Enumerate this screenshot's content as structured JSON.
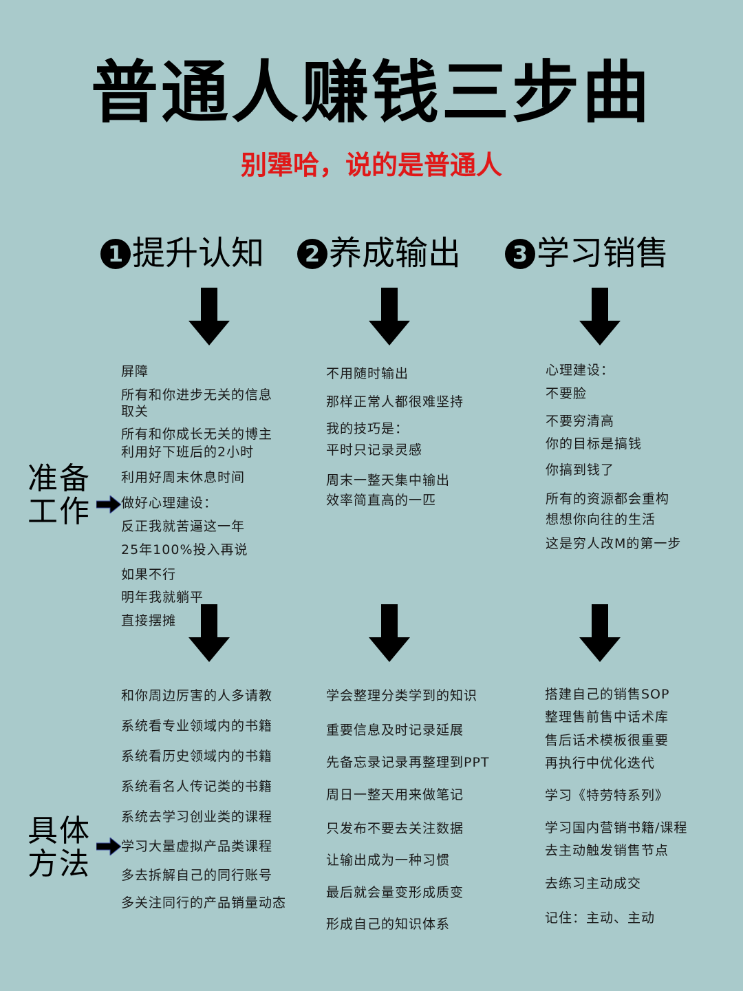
{
  "title": "普通人赚钱三步曲",
  "subtitle": "别犟哈，说的是普通人",
  "steps": [
    {
      "num": "1",
      "label": "提升认知"
    },
    {
      "num": "2",
      "label": "养成输出"
    },
    {
      "num": "3",
      "label": "学习销售"
    }
  ],
  "side_labels": {
    "prep": [
      "准备",
      "工作"
    ],
    "method": [
      "具体",
      "方法"
    ]
  },
  "prep": {
    "col1": [
      "屏障",
      "所有和你进步无关的信息",
      "取关",
      "所有和你成长无关的博主",
      "利用好下班后的2小时",
      "利用好周末休息时间",
      "做好心理建设：",
      "反正我就苦逼这一年",
      "25年100%投入再说",
      "如果不行",
      "明年我就躺平",
      "直接摆摊"
    ],
    "col2": [
      "不用随时输出",
      "那样正常人都很难坚持",
      "我的技巧是：",
      "平时只记录灵感",
      "周末一整天集中输出",
      "效率简直高的一匹"
    ],
    "col3": [
      "心理建设：",
      "不要脸",
      "不要穷清高",
      "你的目标是搞钱",
      "你搞到钱了",
      "所有的资源都会重构",
      "想想你向往的生活",
      "这是穷人改M的第一步"
    ]
  },
  "method": {
    "col1": [
      "和你周边厉害的人多请教",
      "系统看专业领域内的书籍",
      "系统看历史领域内的书籍",
      "系统看名人传记类的书籍",
      "系统去学习创业类的课程",
      "学习大量虚拟产品类课程",
      "多去拆解自己的同行账号",
      "多关注同行的产品销量动态"
    ],
    "col2": [
      "学会整理分类学到的知识",
      "重要信息及时记录延展",
      "先备忘录记录再整理到PPT",
      "周日一整天用来做笔记",
      "只发布不要去关注数据",
      "让输出成为一种习惯",
      "最后就会量变形成质变",
      "形成自己的知识体系"
    ],
    "col3": [
      "搭建自己的销售SOP",
      "整理售前售中话术库",
      "售后话术模板很重要",
      "再执行中优化迭代",
      "学习《特劳特系列》",
      "学习国内营销书籍/课程",
      "去主动触发销售节点",
      "去练习主动成交",
      "记住：主动、主动"
    ]
  },
  "colors": {
    "background": "#a9cacb",
    "title": "#000000",
    "subtitle": "#e01818",
    "text": "#1a1a1a"
  },
  "icons": {
    "down_arrow": "down-arrow-icon",
    "right_arrow": "right-arrow-icon",
    "step_number": "circled-number-icon"
  }
}
